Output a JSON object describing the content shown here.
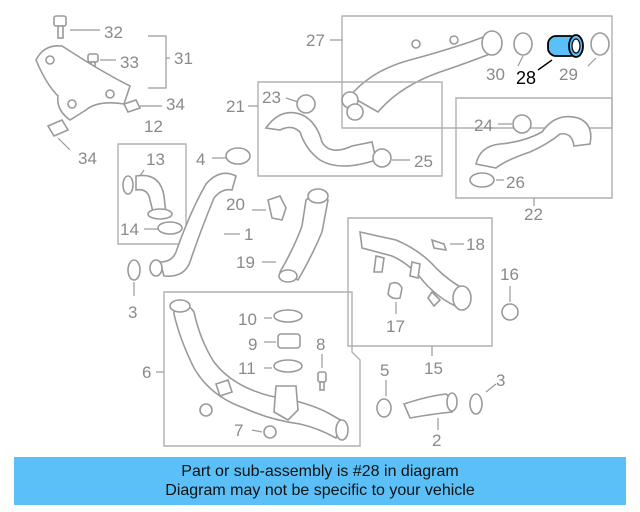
{
  "callouts": {
    "c1": "1",
    "c2": "2",
    "c3a": "3",
    "c3b": "3",
    "c4": "4",
    "c5": "5",
    "c6": "6",
    "c7": "7",
    "c8": "8",
    "c9": "9",
    "c10": "10",
    "c11": "11",
    "c12": "12",
    "c13": "13",
    "c14": "14",
    "c15": "15",
    "c16": "16",
    "c17": "17",
    "c18": "18",
    "c19": "19",
    "c20": "20",
    "c21": "21",
    "c22": "22",
    "c23": "23",
    "c24": "24",
    "c25": "25",
    "c26": "26",
    "c27": "27",
    "c28": "28",
    "c29": "29",
    "c30": "30",
    "c31": "31",
    "c32": "32",
    "c33": "33",
    "c34a": "34",
    "c34b": "34"
  },
  "highlight_part": "28",
  "colors": {
    "highlight": "#5bc0f8",
    "parts_gray": "#9a9a9a",
    "banner_text": "#111111"
  },
  "banner": {
    "line1": "Part or sub-assembly is #28 in diagram",
    "line2": "Diagram may not be specific to your vehicle"
  }
}
